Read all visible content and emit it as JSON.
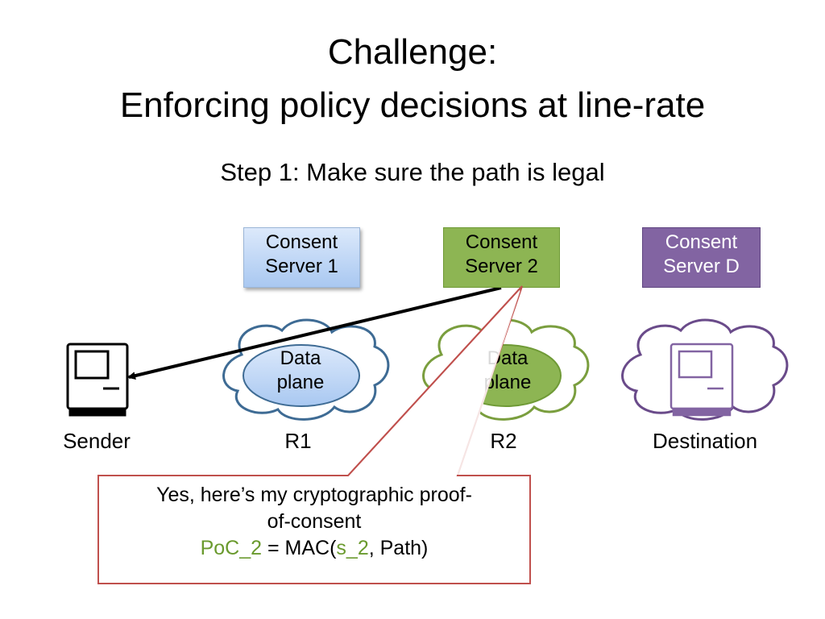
{
  "title": {
    "line1": "Challenge:",
    "line2": "Enforcing policy decisions at line-rate"
  },
  "subtitle": "Step 1: Make sure the path is legal",
  "consent_servers": [
    {
      "line1": "Consent",
      "line2": "Server 1",
      "color": "#a9c8f1"
    },
    {
      "line1": "Consent",
      "line2": "Server 2",
      "color": "#8db553"
    },
    {
      "line1": "Consent",
      "line2": "Server D",
      "color": "#8264a2"
    }
  ],
  "data_planes": [
    {
      "line1": "Data",
      "line2": "plane",
      "color": "#a9c8f1"
    },
    {
      "line1": "Data",
      "line2": "plane",
      "color": "#8db553"
    }
  ],
  "nodes": {
    "sender": "Sender",
    "r1": "R1",
    "r2": "R2",
    "destination": "Destination"
  },
  "callout": {
    "line1": "Yes, here’s my cryptographic proof-",
    "line2": "of-consent",
    "poc": "PoC_2",
    "eq_mac": " = MAC(",
    "secret": "s_2",
    "tail": ", Path)",
    "border_color": "#c0504d",
    "accent_color": "#6a9a2e"
  },
  "colors": {
    "r1_cloud": "#3e6b94",
    "r2_cloud": "#7a9e3e",
    "dest_cloud": "#6a4b8a",
    "arrow": "#000000"
  }
}
